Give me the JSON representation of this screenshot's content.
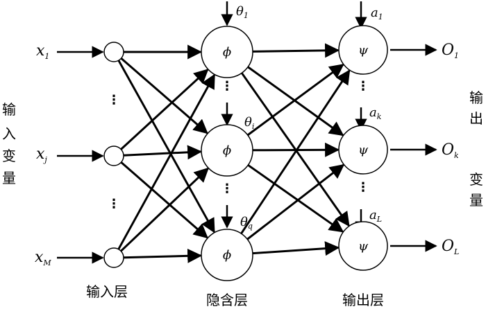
{
  "inputs": [
    {
      "base": "x",
      "sub": "1"
    },
    {
      "base": "x",
      "sub": "j"
    },
    {
      "base": "x",
      "sub": "M"
    }
  ],
  "thresholds": [
    {
      "base": "θ",
      "sub": "1"
    },
    {
      "base": "θ",
      "sub": "i"
    },
    {
      "base": "θ",
      "sub": "q"
    }
  ],
  "hidden_node_symbol": "ϕ",
  "output_thresholds": [
    {
      "base": "a",
      "sub": "1"
    },
    {
      "base": "a",
      "sub": "k"
    },
    {
      "base": "a",
      "sub": "L"
    }
  ],
  "output_node_symbol": "ψ",
  "outputs": [
    {
      "base": "O",
      "sub": "1"
    },
    {
      "base": "O",
      "sub": "k"
    },
    {
      "base": "O",
      "sub": "L"
    }
  ],
  "side_labels": {
    "left_vertical": [
      "输",
      "入",
      "变",
      "量"
    ],
    "right_vertical": [
      "输",
      "出",
      "变",
      "量"
    ]
  },
  "layer_labels": {
    "input": "输入层",
    "hidden": "隐含层",
    "output": "输出层"
  },
  "ellipsis": "⋮"
}
